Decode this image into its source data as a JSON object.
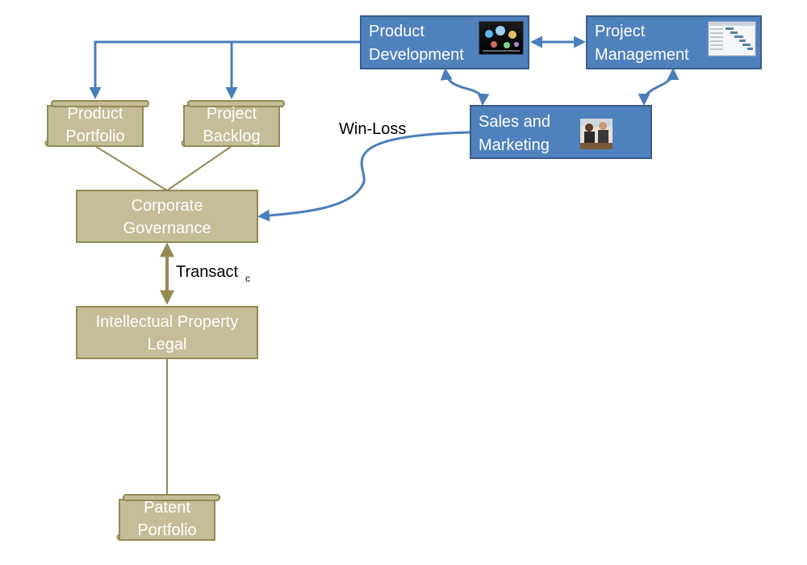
{
  "colors": {
    "blue_fill": "#4F81BD",
    "blue_stroke": "#385D8A",
    "tan_fill": "#C4BD97",
    "tan_stroke": "#948A54",
    "blue_connector": "#4A7EBB",
    "tan_connector": "#948A54"
  },
  "nodes": {
    "product_development": {
      "line1": "Product",
      "line2": "Development",
      "icon": "product-screenshot-icon"
    },
    "project_management": {
      "line1": "Project",
      "line2": "Management",
      "icon": "gantt-chart-icon"
    },
    "sales_marketing": {
      "line1": "Sales and",
      "line2": "Marketing",
      "icon": "business-people-photo-icon"
    },
    "product_portfolio": {
      "line1": "Product",
      "line2": "Portfolio"
    },
    "project_backlog": {
      "line1": "Project",
      "line2": "Backlog"
    },
    "corporate_governance": {
      "line1": "Corporate",
      "line2": "Governance"
    },
    "ip_legal": {
      "line1": "Intellectual Property",
      "line2": "Legal"
    },
    "patent_portfolio": {
      "line1": "Patent",
      "line2": "Portfolio"
    }
  },
  "edge_labels": {
    "win_loss": "Win-Loss",
    "transact": "Transact",
    "transact_sub": "c"
  }
}
